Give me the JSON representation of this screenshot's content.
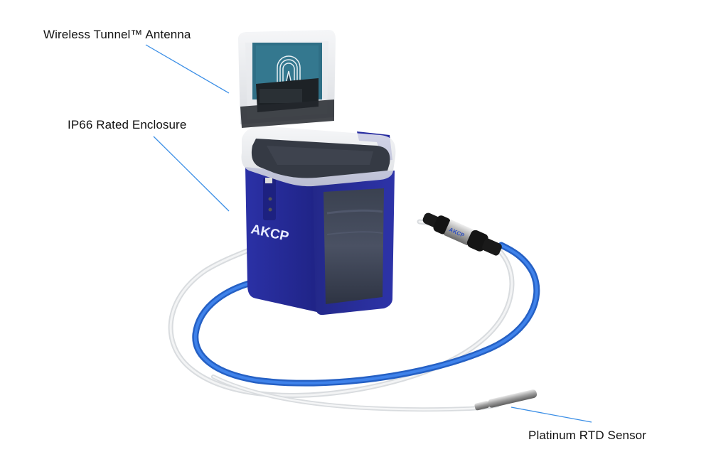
{
  "image": {
    "type": "product-photo-with-callouts",
    "product_brand_mark": "AKCP",
    "background": "#ffffff"
  },
  "callouts": [
    {
      "id": "antenna",
      "label": "Wireless Tunnel™ Antenna",
      "line_from": [
        205,
        63
      ],
      "line_to": [
        322,
        131
      ]
    },
    {
      "id": "enclosure",
      "label": "IP66 Rated Enclosure",
      "line_from": [
        216,
        192
      ],
      "line_to": [
        322,
        297
      ]
    },
    {
      "id": "sensor",
      "label": "Platinum RTD Sensor",
      "line_from": [
        719,
        573
      ],
      "line_to": [
        832,
        594
      ]
    }
  ],
  "colors": {
    "callout_line": "#3a8ee6",
    "label_text": "#111111",
    "enclosure_blue": "#2a2f9e",
    "enclosure_dark": "#1c1f78",
    "cable_blue": "#2f6fd6",
    "cable_white": "#e6e8ea",
    "pcb_teal": "#2f6f86",
    "steel": "#b8b8b8"
  }
}
